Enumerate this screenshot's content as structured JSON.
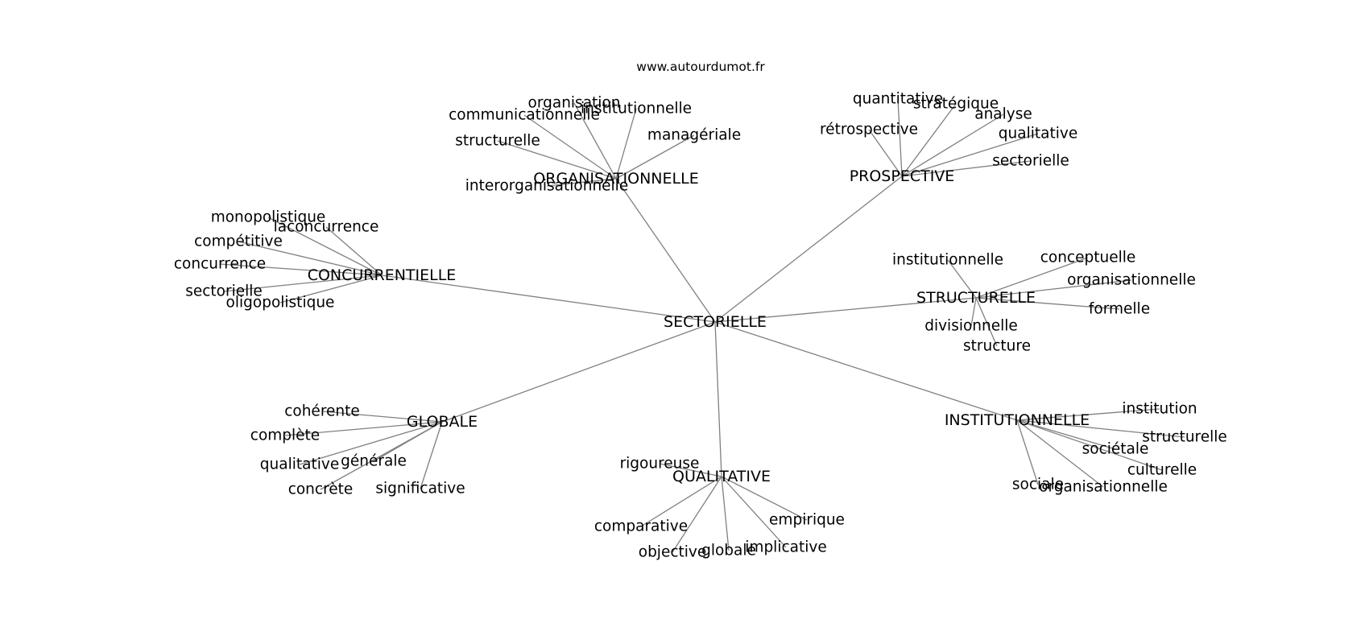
{
  "source": "www.autourdumot.fr",
  "root": "SECTORIELLE",
  "branches": [
    {
      "label": "ORGANISATIONNELLE",
      "words": [
        "organisation",
        "institutionnelle",
        "communicationnelle",
        "managériale",
        "structurelle",
        "interorganisationnelle"
      ]
    },
    {
      "label": "PROSPECTIVE",
      "words": [
        "quantitative",
        "stratégique",
        "analyse",
        "rétrospective",
        "qualitative",
        "sectorielle"
      ]
    },
    {
      "label": "CONCURRENTIELLE",
      "words": [
        "monopolistique",
        "laconcurrence",
        "compétitive",
        "concurrence",
        "sectorielle",
        "oligopolistique"
      ]
    },
    {
      "label": "STRUCTURELLE",
      "words": [
        "institutionnelle",
        "conceptuelle",
        "organisationnelle",
        "formelle",
        "divisionnelle",
        "structure"
      ]
    },
    {
      "label": "GLOBALE",
      "words": [
        "cohérente",
        "complète",
        "générale",
        "qualitative",
        "concrète",
        "significative"
      ]
    },
    {
      "label": "QUALITATIVE",
      "words": [
        "rigoureuse",
        "comparative",
        "empirique",
        "objective",
        "globale",
        "implicative"
      ]
    },
    {
      "label": "INSTITUTIONNELLE",
      "words": [
        "institution",
        "structurelle",
        "sociétale",
        "culturelle",
        "sociale",
        "organisationnelle"
      ]
    }
  ]
}
